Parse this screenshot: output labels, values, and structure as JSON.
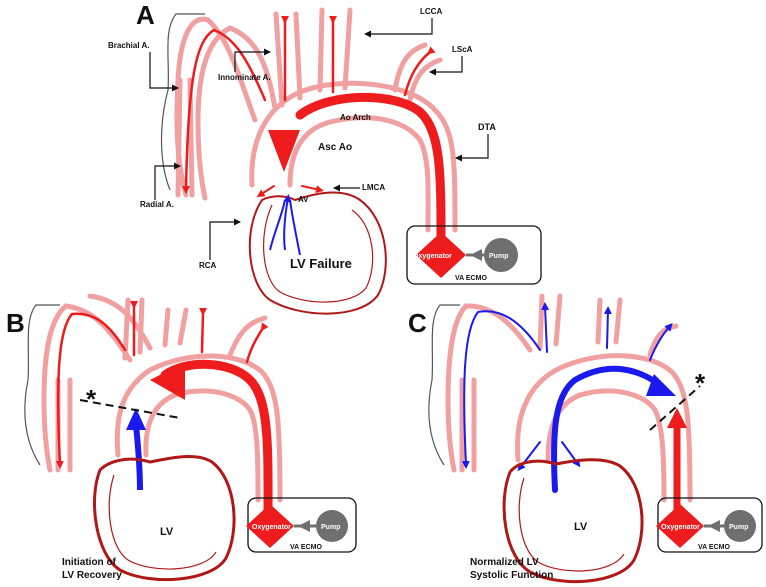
{
  "panels": {
    "a": {
      "letter": "A"
    },
    "b": {
      "letter": "B",
      "caption_line1": "Initiation of",
      "caption_line2": "LV Recovery",
      "heart_label": "LV"
    },
    "c": {
      "letter": "C",
      "caption_line1": "Normalized LV",
      "caption_line2": "Systolic Function",
      "heart_label": "LV"
    }
  },
  "labels": {
    "lcca": "LCCA",
    "lsca": "LScA",
    "brachial": "Brachial A.",
    "innominate": "Innominate A.",
    "ao_arch": "Ao Arch",
    "dta": "DTA",
    "asc_ao": "Asc Ao",
    "lmca": "LMCA",
    "av": "AV",
    "radial": "Radial A.",
    "rca": "RCA",
    "lv_failure": "LV Failure"
  },
  "ecmo": {
    "oxygenator": "Oxygenator",
    "pump": "Pump",
    "label": "VA ECMO"
  },
  "marker": "*",
  "colors": {
    "vessel_wall": "#f0a0a0",
    "oxygenated_flow": "#ee1c1c",
    "native_flow": "#1a1aee",
    "heart_outline": "#b01818",
    "pump_gray": "#6f6f6f",
    "arm_outline": "#555555"
  }
}
